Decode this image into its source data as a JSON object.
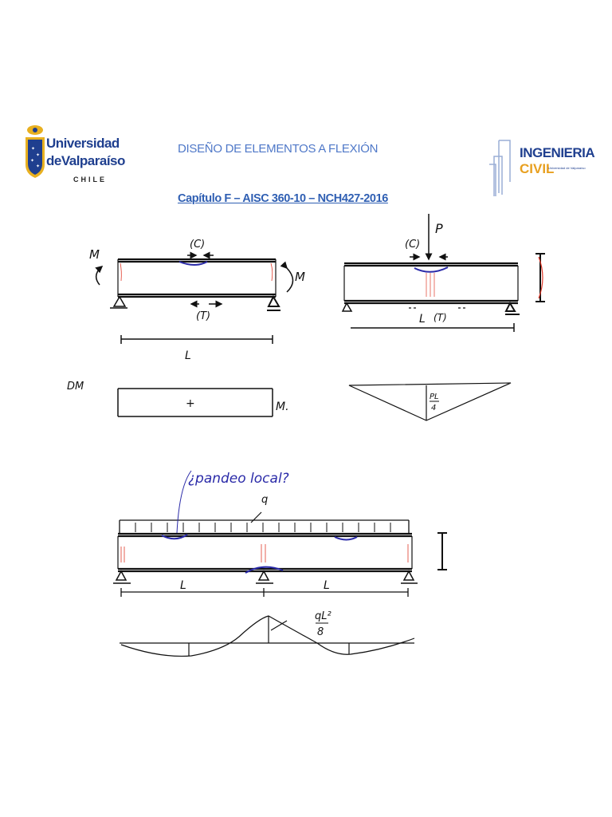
{
  "header": {
    "left_logo": {
      "line1": "Universidad",
      "line2": "deValparaíso",
      "line3": "CHILE"
    },
    "title": "DISEÑO DE ELEMENTOS A FLEXIÓN",
    "subtitle": "Capítulo F – AISC 360-10 – NCH427-2016",
    "right_logo": {
      "line1": "INGENIERIA",
      "line2": "CIVIL",
      "tagline": "Universidad de Valparaíso"
    }
  },
  "sketch1": {
    "moment_left": "M",
    "moment_right": "M",
    "compression": "(C)",
    "tension": "(T)",
    "span": "L",
    "diagram_label": "DM",
    "sign": "+",
    "diagram_value": "M."
  },
  "sketch2": {
    "load": "P",
    "compression": "(C)",
    "tension": "(T)",
    "span": "L",
    "moment_num": "PL",
    "moment_den": "4"
  },
  "sketch3": {
    "question": "¿pandeo local?",
    "load": "q",
    "span_left": "L",
    "span_right": "L",
    "moment_num": "qL²",
    "moment_den": "8"
  },
  "colors": {
    "title": "#4f78c8",
    "subtitle": "#2f5fb3",
    "ink": "#111111",
    "blue_ink": "#2a2aa8",
    "red_ink": "#e03a2a"
  }
}
